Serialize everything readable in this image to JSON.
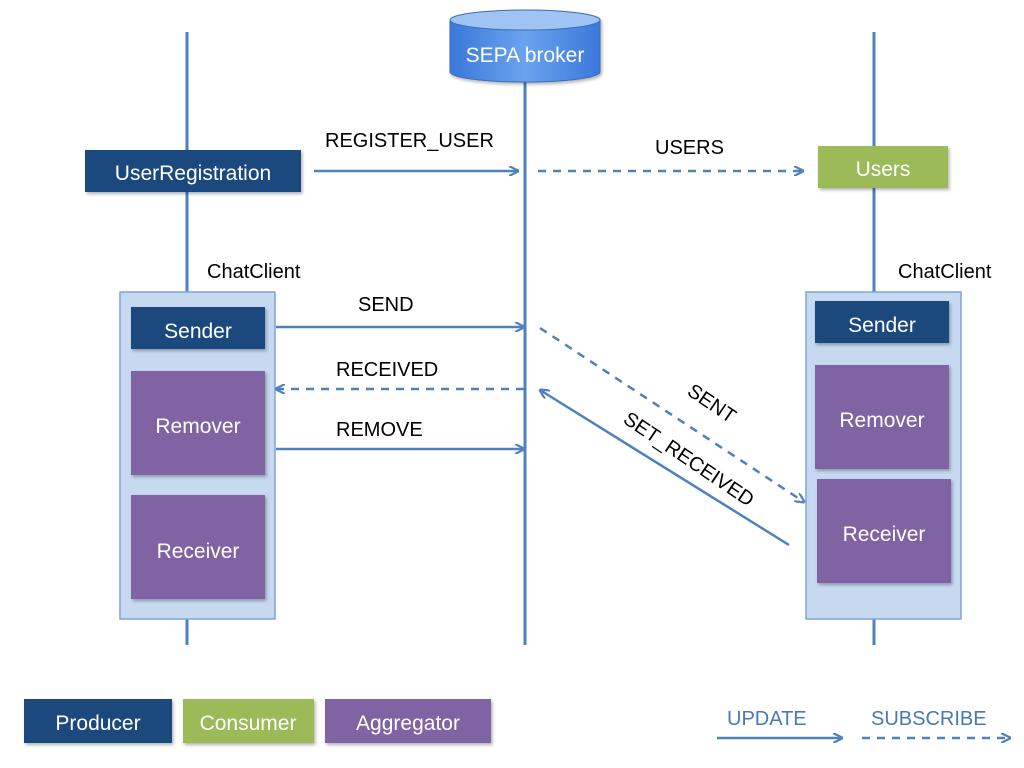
{
  "broker": {
    "label": "SEPA broker"
  },
  "left": {
    "producer_label": "UserRegistration",
    "client_label": "ChatClient",
    "sender": "Sender",
    "remover": "Remover",
    "receiver": "Receiver"
  },
  "right": {
    "consumer_label": "Users",
    "client_label": "ChatClient",
    "sender": "Sender",
    "remover": "Remover",
    "receiver": "Receiver"
  },
  "messages": {
    "register_user": "REGISTER_USER",
    "users": "USERS",
    "send": "SEND",
    "received": "RECEIVED",
    "remove": "REMOVE",
    "sent": "SENT",
    "set_received": "SET_RECEIVED"
  },
  "legend": {
    "producer": "Producer",
    "consumer": "Consumer",
    "aggregator": "Aggregator",
    "update": "UPDATE",
    "subscribe": "SUBSCRIBE"
  },
  "colors": {
    "producer": "#1f497d",
    "consumer": "#9bbb59",
    "aggregator": "#8064a2",
    "client_bg": "#c6d9f1",
    "line": "#4f81bd"
  }
}
